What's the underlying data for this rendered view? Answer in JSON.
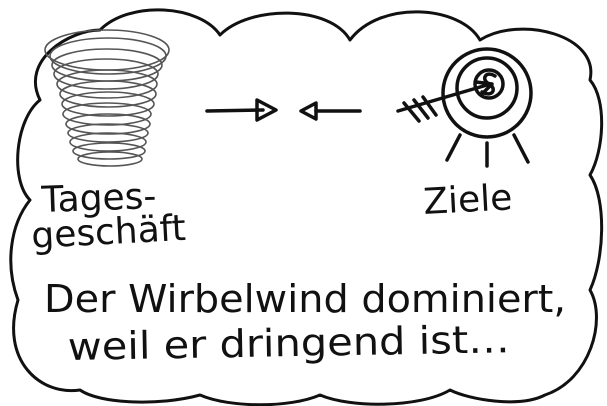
{
  "labels": {
    "left": [
      "Tages-",
      "geschäft"
    ],
    "right": "Ziele"
  },
  "caption": [
    "Der Wirbelwind dominiert,",
    "weil er dringend ist…"
  ],
  "icons": {
    "left": "whirlwind-spiral-icon",
    "middle": "opposing-arrows-icon",
    "right": "target-with-arrow-icon"
  },
  "colors": {
    "ink": "#111111",
    "spiral": "#555555",
    "background": "#ffffff"
  }
}
